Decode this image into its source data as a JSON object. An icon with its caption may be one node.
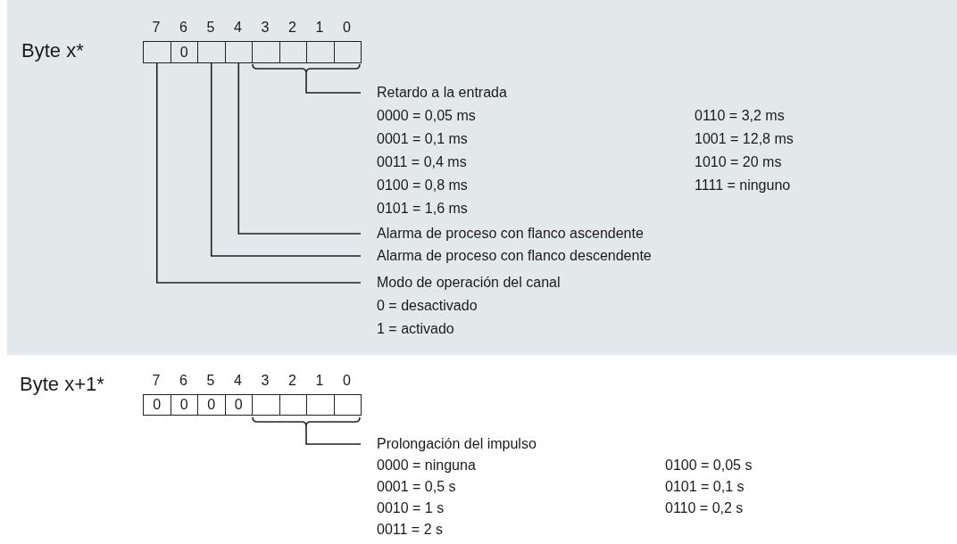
{
  "diagram": {
    "nodes": [
      {
        "text": [
          "Byte x*"
        ]
      },
      {
        "text": [],
        "shape": "box",
        "in": 0
      },
      {
        "text": [
          "0"
        ],
        "in": 0
      },
      {
        "text": [],
        "shape": "box",
        "in": 0
      },
      {
        "text": [],
        "shape": "box",
        "in": 0
      },
      {
        "text": [],
        "shape": "box",
        "in": 0
      },
      {
        "text": [],
        "shape": "box",
        "in": 0
      },
      {
        "text": [],
        "shape": "box",
        "in": 0
      },
      {
        "text": [],
        "shape": "box",
        "in": 0
      },
      {
        "text": [],
        "shape": "bracket",
        "in": 0
      },
      {
        "text": [
          "Retardo a la entrada",
          "0000 = 0,05 ms",
          "0001 = 0,1 ms",
          "0011 = 0,4 ms",
          "0100 = 0,8 ms",
          "0101 = 1,6 ms",
          "0110 = 3,2 ms",
          "1001 = 12,8 ms",
          "1010 = 20 ms",
          "1111 = ninguno"
        ],
        "in": 0
      },
      {
        "text": [
          "Alarma de proceso con flanco ascendente"
        ],
        "in": 0
      },
      {
        "text": [
          "Alarma de proceso con flanco descendente"
        ],
        "in": 0
      },
      {
        "text": [
          "Modo de operación del canal",
          "0 = desactivado",
          "1 = activado"
        ],
        "in": 0
      },
      {
        "text": [
          "0"
        ]
      },
      {
        "text": [
          "0"
        ]
      },
      {
        "text": [
          "0"
        ]
      },
      {
        "text": [
          "0"
        ]
      },
      {
        "text": [],
        "shape": "box"
      },
      {
        "text": [],
        "shape": "box"
      },
      {
        "text": [],
        "shape": "box"
      },
      {
        "text": [],
        "shape": "box"
      },
      {
        "text": [],
        "shape": "bracket"
      },
      {
        "text": [
          "Prolongación del impulso",
          "0000 = ninguna",
          "0001 = 0,5 s",
          "0010 = 1 s",
          "0011 = 2 s",
          "0100 = 0,05 s",
          "0101 = 0,1 s",
          "0110 = 0,2 s"
        ]
      }
    ],
    "edges": [
      {
        "from": 9,
        "to": 10,
        "arrow": "none"
      },
      {
        "from": 4,
        "to": 11,
        "arrow": "none"
      },
      {
        "from": 3,
        "to": 12,
        "arrow": "none"
      },
      {
        "from": 1,
        "to": 13,
        "arrow": "none"
      },
      {
        "from": 22,
        "to": 23,
        "arrow": "none"
      }
    ],
    "labels": [
      "7",
      "6",
      "5",
      "4",
      "3",
      "2",
      "1",
      "0",
      "Byte x+1*",
      "7",
      "6",
      "5",
      "4",
      "3",
      "2",
      "1",
      "0"
    ]
  }
}
